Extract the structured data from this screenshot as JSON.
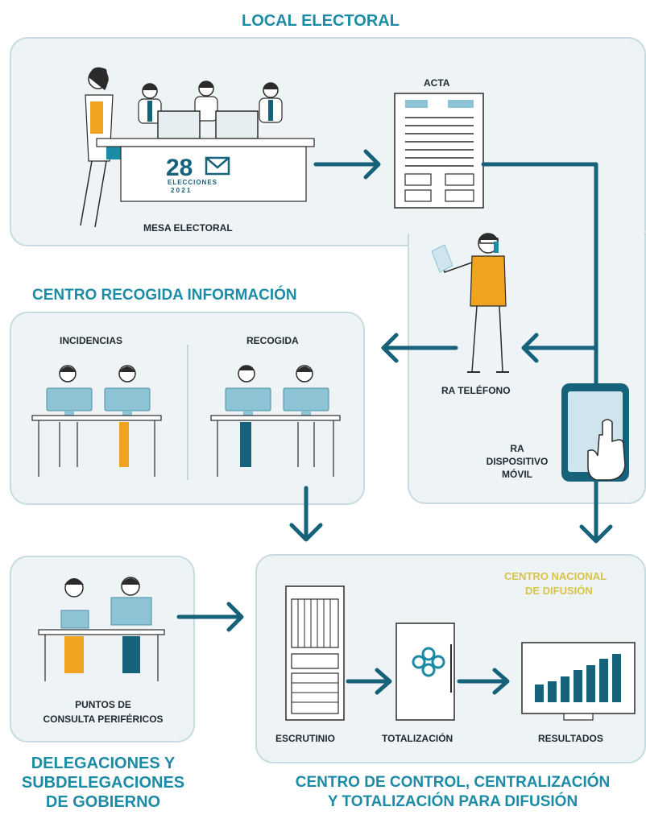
{
  "sections": {
    "local_electoral": "LOCAL ELECTORAL",
    "centro_recogida": "CENTRO RECOGIDA INFORMACIÓN",
    "delegaciones": [
      "DELEGACIONES Y",
      "SUBDELEGACIONES",
      "DE GOBIERNO"
    ],
    "centro_control": [
      "CENTRO DE CONTROL, CENTRALIZACIÓN",
      "Y TOTALIZACIÓN PARA DIFUSIÓN"
    ],
    "centro_nacional": [
      "CENTRO NACIONAL",
      "DE DIFUSIÓN"
    ]
  },
  "labels": {
    "acta": "ACTA",
    "mesa_electoral": "MESA ELECTORAL",
    "ra_telefono": "RA TELÉFONO",
    "ra_dispositivo": [
      "RA",
      "DISPOSITIVO",
      "MÓVIL"
    ],
    "incidencias": "INCIDENCIAS",
    "recogida": "RECOGIDA",
    "puntos_consulta": [
      "PUNTOS DE",
      "CONSULTA PERIFÉRICOS"
    ],
    "escrutinio": "ESCRUTINIO",
    "totalizacion": "TOTALIZACIÓN",
    "resultados": "RESULTADOS"
  },
  "logo": {
    "number": "28",
    "text": "ELECCIONES",
    "year": "2 0 2 1"
  },
  "colors": {
    "teal": "#1b8ba6",
    "dark_teal": "#16627a",
    "orange": "#f0a320",
    "panel_bg": "#eef3f5",
    "panel_border": "#c7dbe1",
    "gold": "#d8c34a",
    "screen": "#8ec3d6"
  }
}
